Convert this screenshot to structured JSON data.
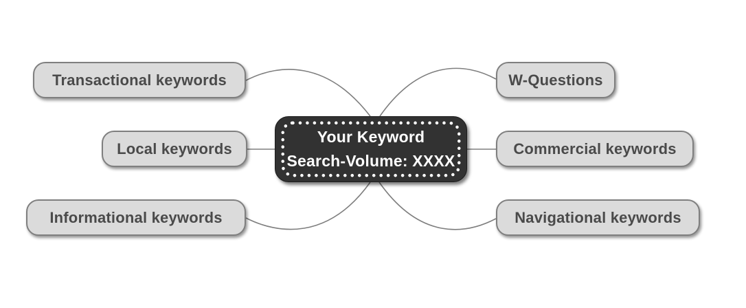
{
  "diagram": {
    "center": {
      "line1": "Your Keyword",
      "line2": "Search-Volume: XXXX"
    },
    "nodes": [
      {
        "id": "transactional",
        "label": "Transactional keywords",
        "side": "left"
      },
      {
        "id": "local",
        "label": "Local keywords",
        "side": "left"
      },
      {
        "id": "informational",
        "label": "Informational keywords",
        "side": "left"
      },
      {
        "id": "w-questions",
        "label": "W-Questions",
        "side": "right"
      },
      {
        "id": "commercial",
        "label": "Commercial keywords",
        "side": "right"
      },
      {
        "id": "navigational",
        "label": "Navigational keywords",
        "side": "right"
      }
    ],
    "colors": {
      "background": "#ffffff",
      "node_fill": "#dbdbdb",
      "node_border": "#7f7f7f",
      "node_text": "#4a4a4a",
      "center_fill": "#323232",
      "center_text": "#ffffff",
      "center_dots": "#ffffff",
      "connector": "#7e7e7e"
    }
  }
}
